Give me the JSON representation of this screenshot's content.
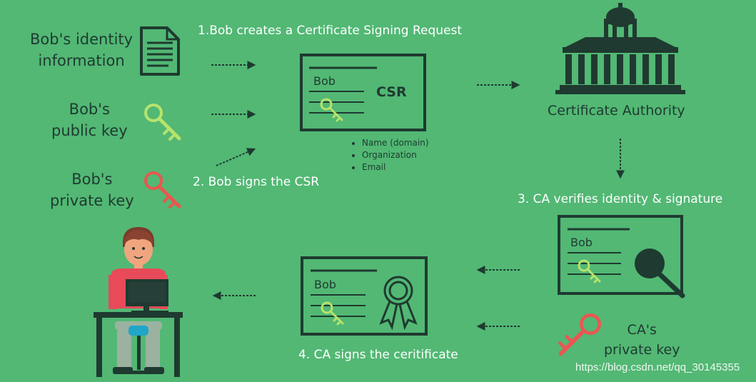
{
  "inputs": {
    "identity": "Bob's identity\ninformation",
    "public_key": "Bob's\npublic key",
    "private_key": "Bob's\nprivate key"
  },
  "steps": {
    "step1": "1.Bob creates a Certificate Signing Request",
    "step2": "2. Bob signs the CSR",
    "step3": "3. CA verifies identity & signature",
    "step4": "4. CA signs the ceritificate"
  },
  "csr": {
    "name": "Bob",
    "title": "CSR",
    "fields": [
      "Name (domain)",
      "Organization",
      "Email"
    ]
  },
  "ca": {
    "label": "Certificate Authority",
    "private_key": "CA's\nprivate key"
  },
  "verify_card": {
    "name": "Bob"
  },
  "certificate": {
    "name": "Bob"
  },
  "watermark": "https://blog.csdn.net/qq_30145355",
  "colors": {
    "background": "#52b874",
    "ink": "#1f3a30",
    "public_key": "#b6e36b",
    "private_key": "#e8574e",
    "ca_key": "#ec5552"
  }
}
